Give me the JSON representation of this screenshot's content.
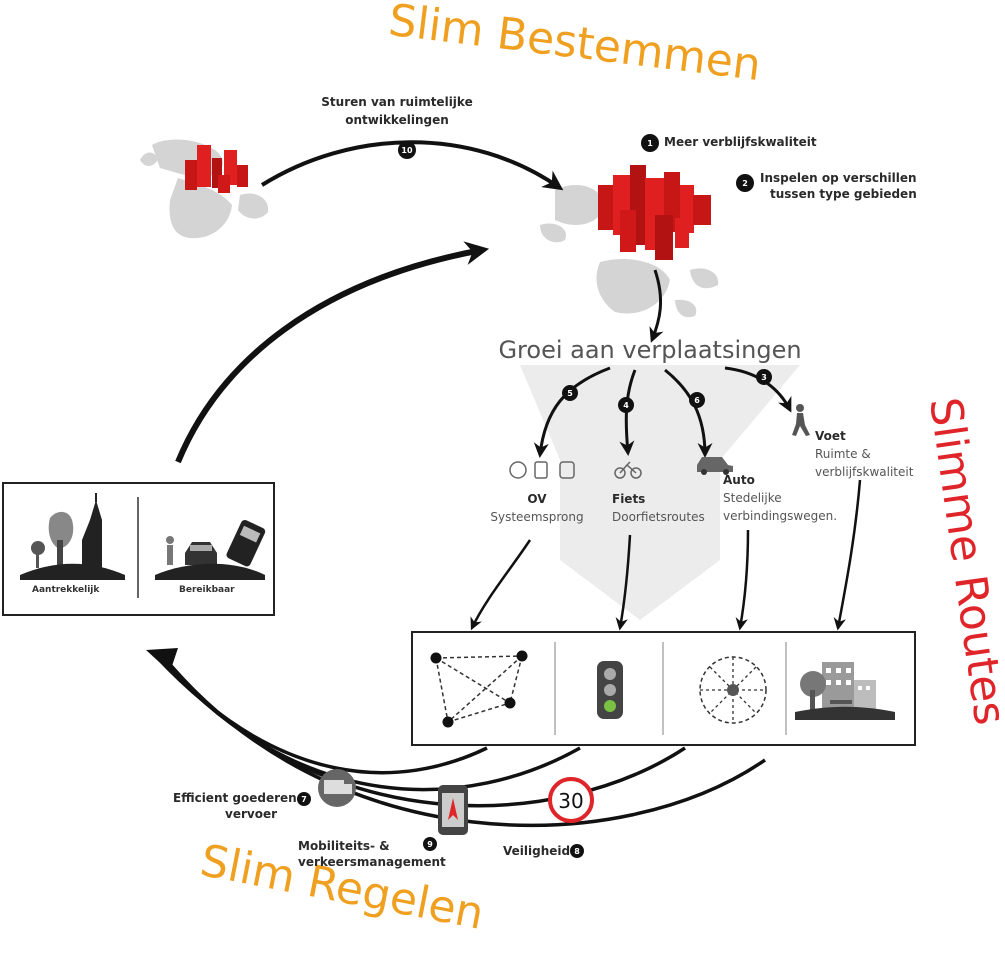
{
  "titles": {
    "top": "Slim Bestemmen",
    "right": "Slimme Routes",
    "bottom": "Slim Regelen"
  },
  "top": {
    "steer_line1": "Sturen van ruimtelijke",
    "steer_line2": "ontwikkelingen",
    "steer_num": "10",
    "item1_num": "1",
    "item1": "Meer verblijfskwaliteit",
    "item2_num": "2",
    "item2_line1": "Inspelen op verschillen",
    "item2_line2": "tussen type gebieden"
  },
  "growth": "Groei aan verplaatsingen",
  "modes": {
    "ov": {
      "num": "5",
      "title": "OV",
      "sub": "Systeemsprong"
    },
    "fiets": {
      "num": "4",
      "title": "Fiets",
      "sub": "Doorfietsroutes"
    },
    "auto": {
      "num": "6",
      "title": "Auto",
      "sub1": "Stedelijke",
      "sub2": "verbindingswegen."
    },
    "voet": {
      "num": "3",
      "title": "Voet",
      "sub1": "Ruimte &",
      "sub2": "verblijfskwaliteit"
    }
  },
  "leftbox": {
    "label1": "Aantrekkelijk",
    "label2": "Bereikbaar"
  },
  "bottom": {
    "goods": {
      "num": "7",
      "line1": "Efficient goederen",
      "line2": "vervoer"
    },
    "mobility": {
      "num": "9",
      "line1": "Mobiliteits- &",
      "line2": "verkeersmanagement"
    },
    "safety": {
      "num": "8",
      "label": "Veiligheid"
    },
    "speed_sign": "30"
  },
  "colors": {
    "orange": "#f0a020",
    "red": "#e0252a",
    "buildings_red": "#d01818",
    "dark": "#1a1a1a",
    "grey_shape": "#cfcfcf",
    "traffic_green": "#7ac043"
  }
}
